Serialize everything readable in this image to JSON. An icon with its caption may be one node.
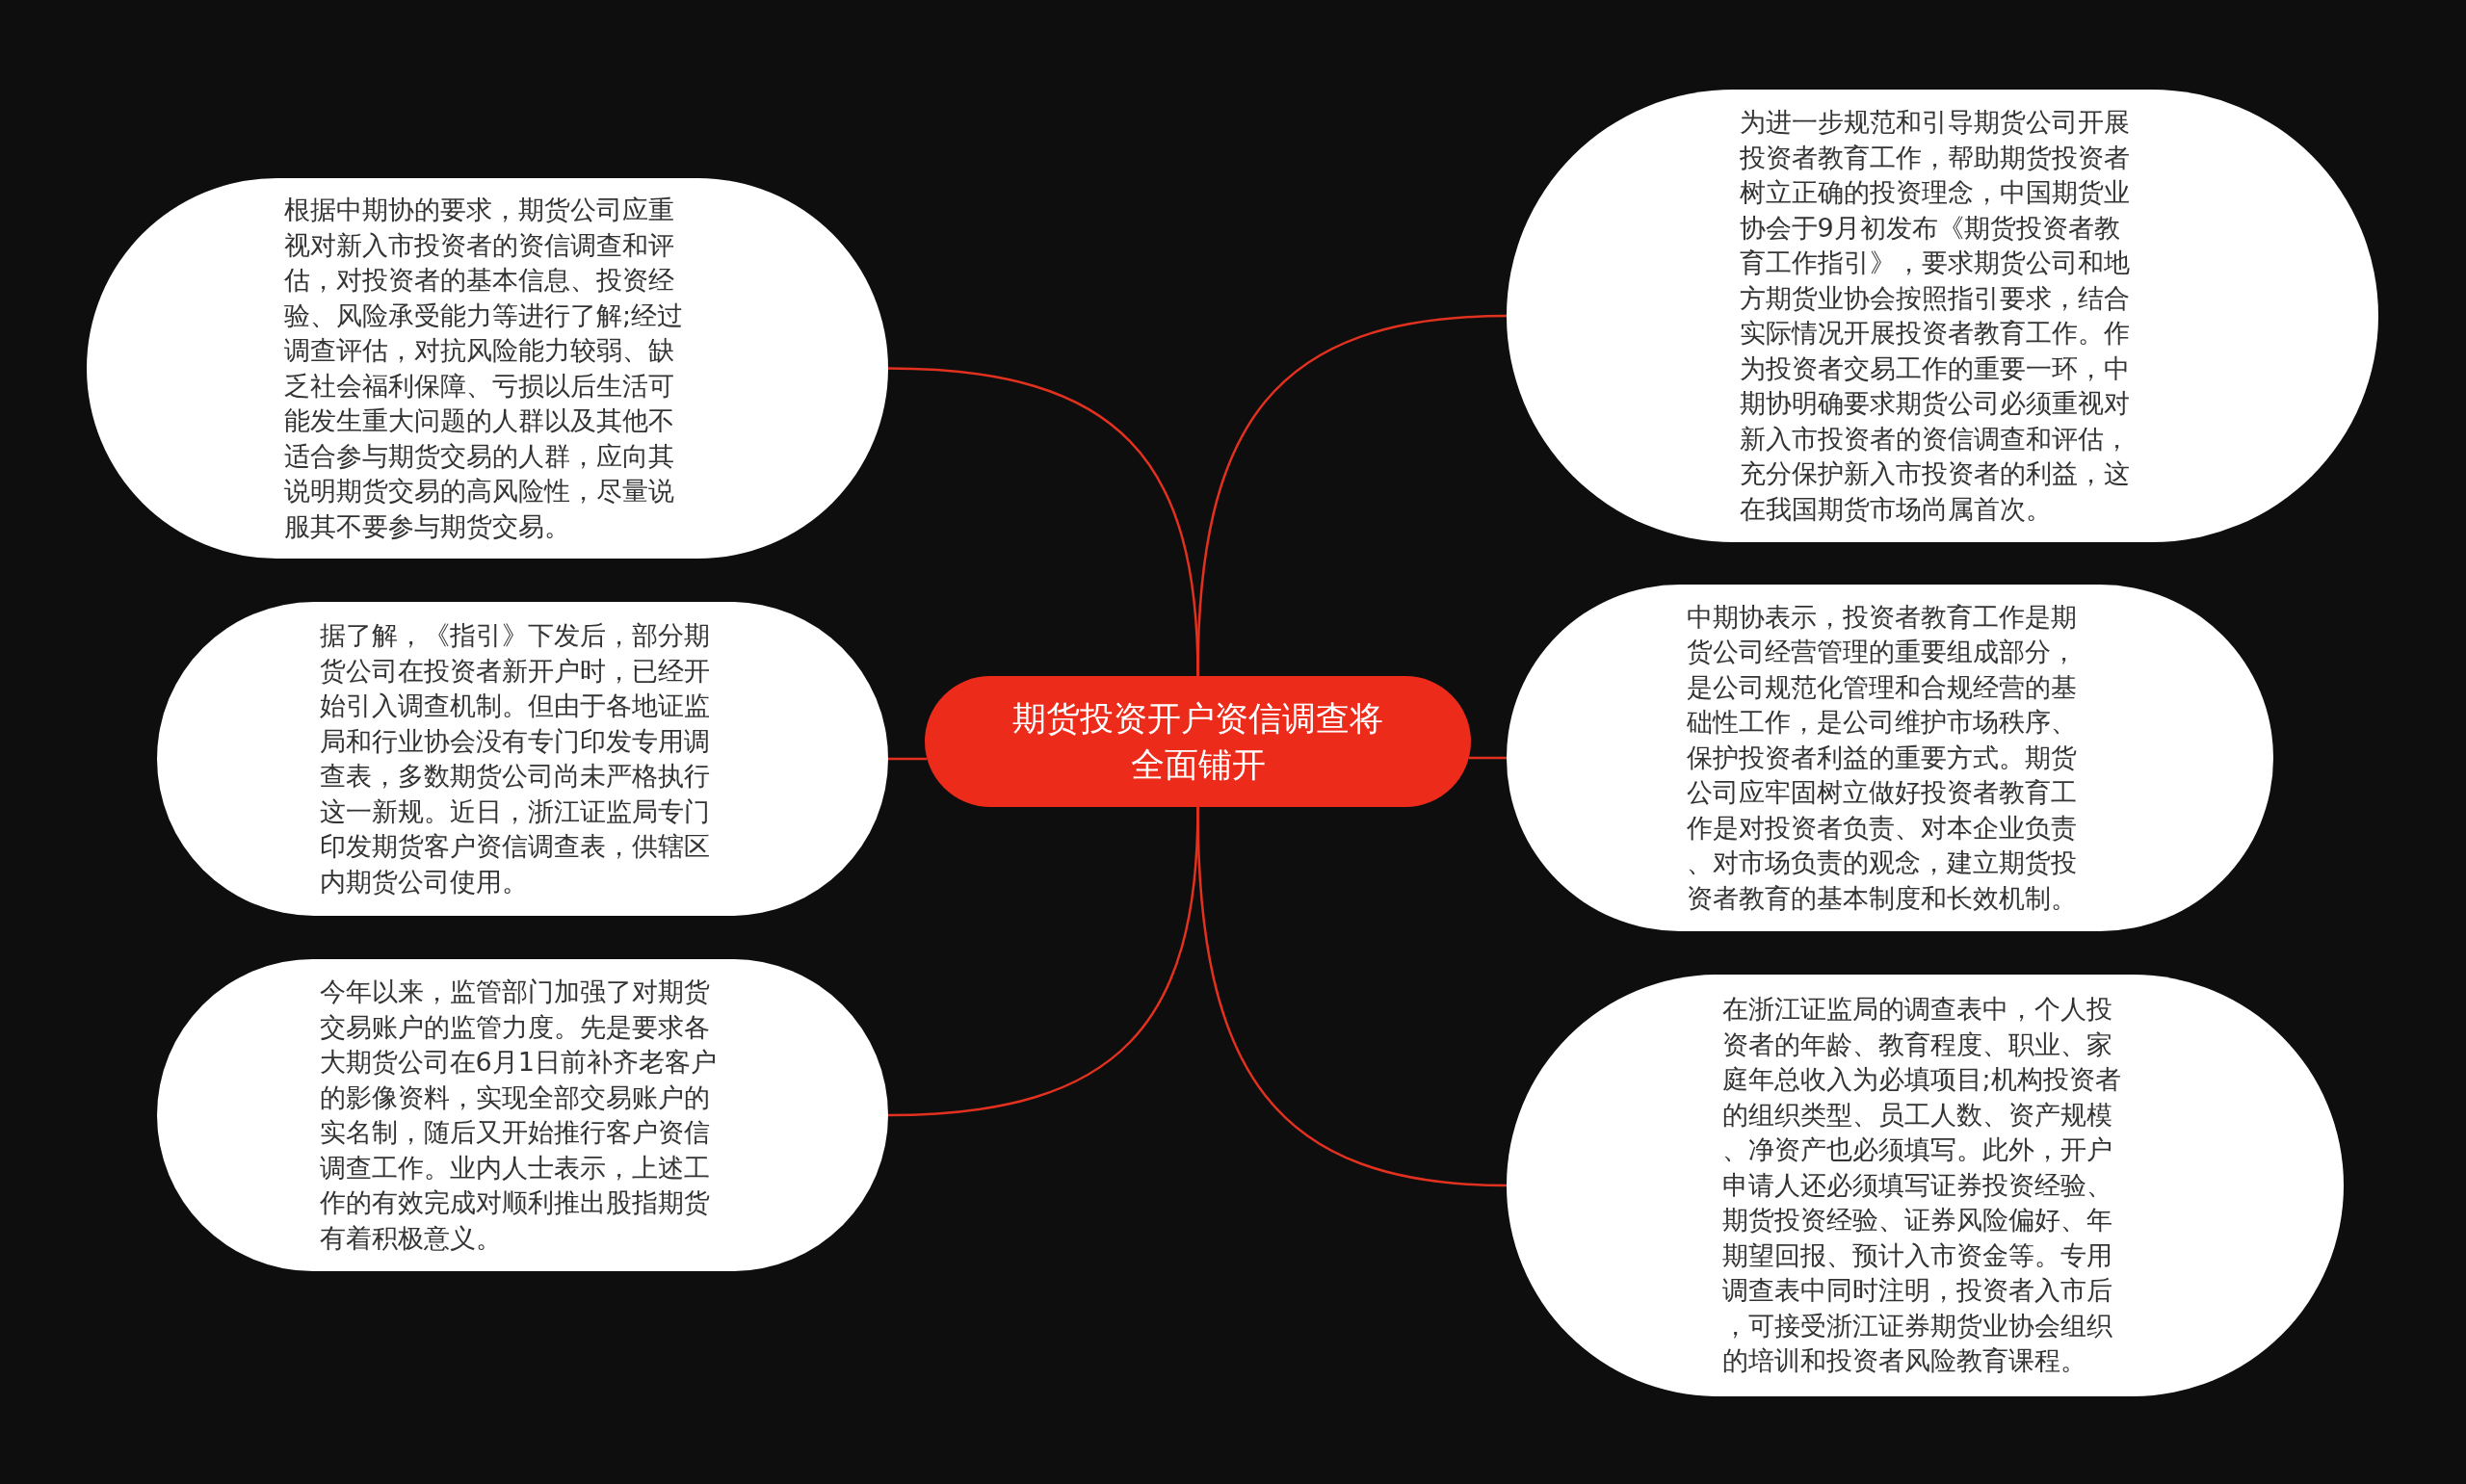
{
  "diagram": {
    "nodes": [
      {
        "text": [
          "期货投资开户资信调查将全面铺开"
        ]
      },
      {
        "text": [
          "根据中期协的要求，期货公司应重视对新入市投资者的资信调查和评估，对投资者的基本信息、投资经验、风险承受能力等进行了解;经过调查评估，对抗风险能力较弱、缺乏社会福利保障、亏损以后生活可能发生重大问题的人群以及其他不适合参与期货交易的人群，应向其说明期货交易的高风险性，尽量说服其不要参与期货交易。"
        ]
      },
      {
        "text": [
          "据了解，《指引》下发后，部分期货公司在投资者新开户时，已经开始引入调查机制。但由于各地证监局和行业协会没有专门印发专用调查表，多数期货公司尚未严格执行这一新规。近日，浙江证监局专门印发期货客户资信调查表，供辖区内期货公司使用。"
        ]
      },
      {
        "text": [
          "今年以来，监管部门加强了对期货交易账户的监管力度。先是要求各大期货公司在6月1日前补齐老客户的影像资料，实现全部交易账户的实名制，随后又开始推行客户资信调查工作。业内人士表示，上述工作的有效完成对顺利推出股指期货有着积极意义。"
        ]
      },
      {
        "text": [
          "为进一步规范和引导期货公司开展投资者教育工作，帮助期货投资者树立正确的投资理念，中国期货业协会于9月初发布《期货投资者教育工作指引》，要求期货公司和地方期货业协会按照指引要求，结合实际情况开展投资者教育工作。作为投资者交易工作的重要一环，中期协明确要求期货公司必须重视对新入市投资者的资信调查和评估，充分保护新入市投资者的利益，这在我国期货市场尚属首次。"
        ]
      },
      {
        "text": [
          "中期协表示，投资者教育工作是期货公司经营管理的重要组成部分，是公司规范化管理和合规经营的基础性工作，是公司维护市场秩序、保护投资者利益的重要方式。期货公司应牢固树立做好投资者教育工作是对投资者负责、对本企业负责、对市场负责的观念，建立期货投资者教育的基本制度和长效机制。"
        ]
      },
      {
        "text": [
          "在浙江证监局的调查表中，个人投资者的年龄、教育程度、职业、家庭年总收入为必填项目;机构投资者的组织类型、员工人数、资产规模、净资产也必须填写。此外，开户申请人还必须填写证券投资经验、期货投资经验、证券风险偏好、年期望回报、预计入市资金等。专用调查表中同时注明，投资者入市后，可接受浙江证券期货业协会组织的培训和投资者风险教育课程。"
        ]
      }
    ],
    "edges": [
      {
        "from": 0,
        "to": 1,
        "arrow": "none"
      },
      {
        "from": 0,
        "to": 2,
        "arrow": "none"
      },
      {
        "from": 0,
        "to": 3,
        "arrow": "none"
      },
      {
        "from": 0,
        "to": 4,
        "arrow": "none"
      },
      {
        "from": 0,
        "to": 5,
        "arrow": "none"
      },
      {
        "from": 0,
        "to": 6,
        "arrow": "none"
      }
    ]
  }
}
